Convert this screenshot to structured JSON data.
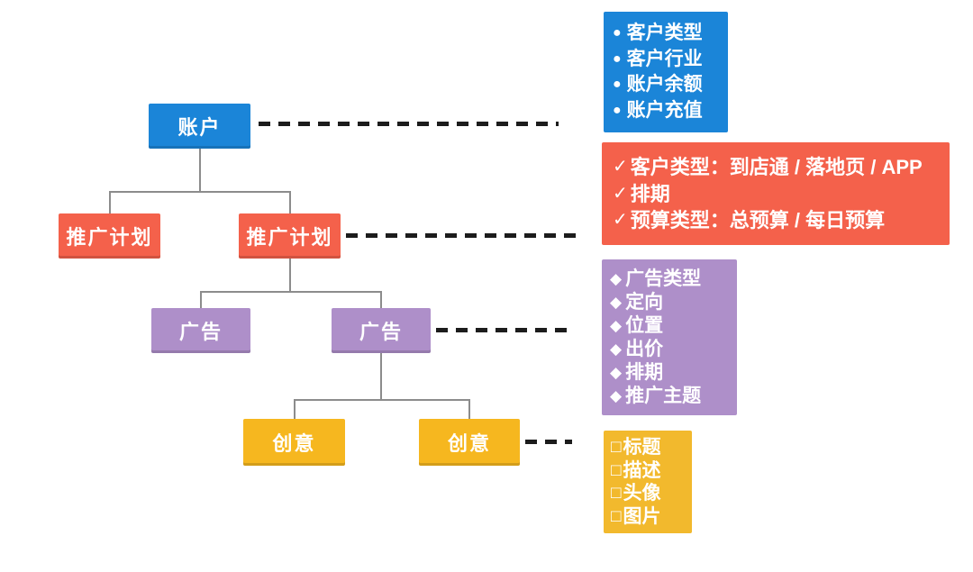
{
  "palette": {
    "blue": "#1b85d8",
    "orange": "#f4614b",
    "purple": "#ae8fc9",
    "yellow_node": "#f6b71f",
    "yellow_panel": "#f2b92d",
    "connector_gray": "#8c8c8c",
    "dash_black": "#1c1c1c",
    "text_white": "#ffffff"
  },
  "tree": {
    "nodes": [
      {
        "id": "account",
        "label": "账户"
      },
      {
        "id": "plan-1",
        "label": "推广计划"
      },
      {
        "id": "plan-2",
        "label": "推广计划"
      },
      {
        "id": "ad-1",
        "label": "广告"
      },
      {
        "id": "ad-2",
        "label": "广告"
      },
      {
        "id": "creative-1",
        "label": "创意"
      },
      {
        "id": "creative-2",
        "label": "创意"
      }
    ]
  },
  "panels": [
    {
      "id": "account-panel",
      "bullet": "●",
      "items": [
        "客户类型",
        "客户行业",
        "账户余额",
        "账户充值"
      ]
    },
    {
      "id": "plan-panel",
      "bullet": "✓",
      "items": [
        "客户类型：到店通 / 落地页 / APP",
        "排期",
        "预算类型：总预算 / 每日预算"
      ]
    },
    {
      "id": "ad-panel",
      "bullet": "◆",
      "items": [
        "广告类型",
        "定向",
        "位置",
        "出价",
        "排期",
        "推广主题"
      ]
    },
    {
      "id": "creative-panel",
      "bullet": "□",
      "items": [
        "标题",
        "描述",
        "头像",
        "图片"
      ]
    }
  ]
}
